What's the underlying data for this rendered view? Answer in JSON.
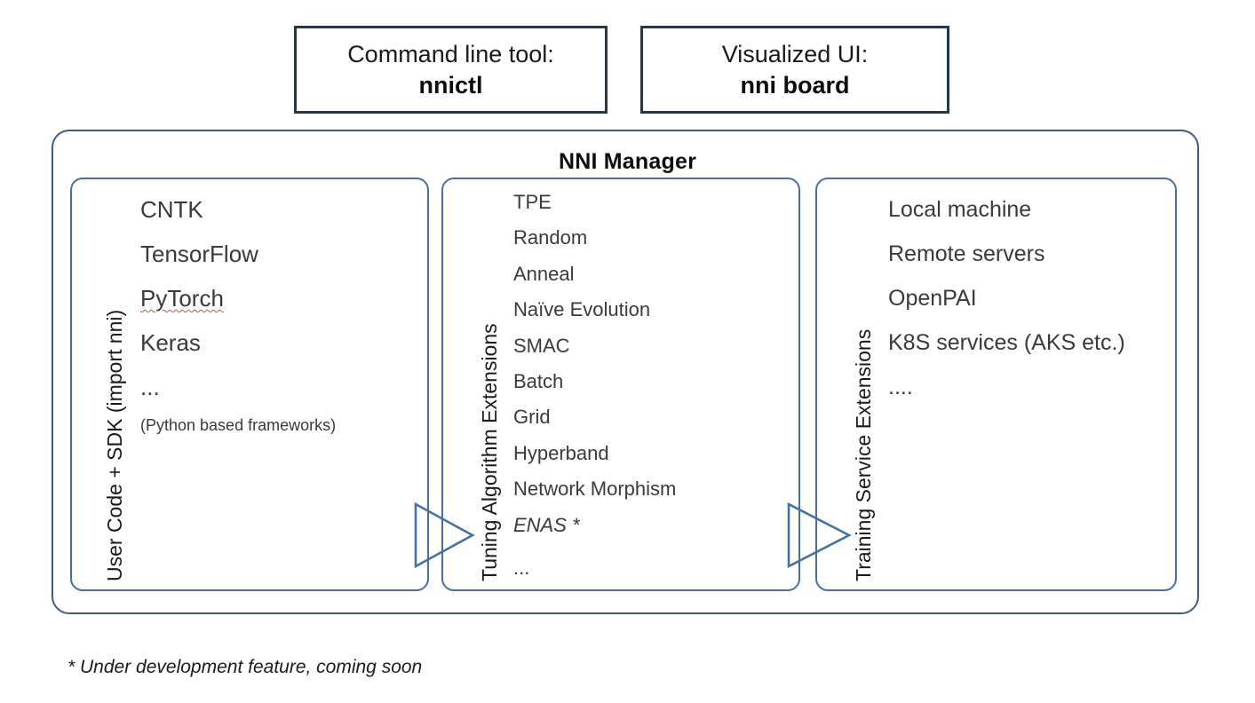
{
  "top_boxes": [
    {
      "caption": "Command line tool:",
      "name": "nnictl"
    },
    {
      "caption": "Visualized UI:",
      "name": "nni board"
    }
  ],
  "manager": {
    "title": "NNI Manager",
    "columns": [
      {
        "vertical_label": "User Code + SDK (import nni)",
        "items": [
          {
            "text": "CNTK",
            "style": "normal"
          },
          {
            "text": "TensorFlow",
            "style": "normal"
          },
          {
            "text": "PyTorch",
            "style": "spell-error"
          },
          {
            "text": "Keras",
            "style": "normal"
          },
          {
            "text": "...",
            "style": "normal"
          },
          {
            "text": "(Python based frameworks)",
            "style": "small"
          }
        ]
      },
      {
        "vertical_label": "Tuning Algorithm Extensions",
        "items": [
          {
            "text": "TPE",
            "style": "normal"
          },
          {
            "text": "Random",
            "style": "normal"
          },
          {
            "text": "Anneal",
            "style": "normal"
          },
          {
            "text": "Naïve Evolution",
            "style": "normal"
          },
          {
            "text": "SMAC",
            "style": "normal"
          },
          {
            "text": "Batch",
            "style": "normal"
          },
          {
            "text": "Grid",
            "style": "normal"
          },
          {
            "text": "Hyperband",
            "style": "normal"
          },
          {
            "text": "Network Morphism",
            "style": "normal"
          },
          {
            "text": "ENAS *",
            "style": "italic"
          },
          {
            "text": "...",
            "style": "gap"
          }
        ]
      },
      {
        "vertical_label": "Training Service Extensions",
        "items": [
          {
            "text": "Local machine",
            "style": "normal"
          },
          {
            "text": "Remote servers",
            "style": "normal"
          },
          {
            "text": "OpenPAI",
            "style": "normal"
          },
          {
            "text": "K8S services (AKS etc.)",
            "style": "normal"
          },
          {
            "text": "....",
            "style": "normal"
          }
        ]
      }
    ]
  },
  "arrows": [
    {
      "name": "arrow-user-to-tuner"
    },
    {
      "name": "arrow-tuner-to-training"
    }
  ],
  "footnote": "* Under development feature, coming soon",
  "colors": {
    "top_box_border": "#22394a",
    "manager_border": "#3d5a80",
    "column_border": "#4a6e9e",
    "arrow_stroke": "#4472a8",
    "spell_error": "#d94b3e",
    "text": "#3a3a3a",
    "background": "#ffffff"
  }
}
